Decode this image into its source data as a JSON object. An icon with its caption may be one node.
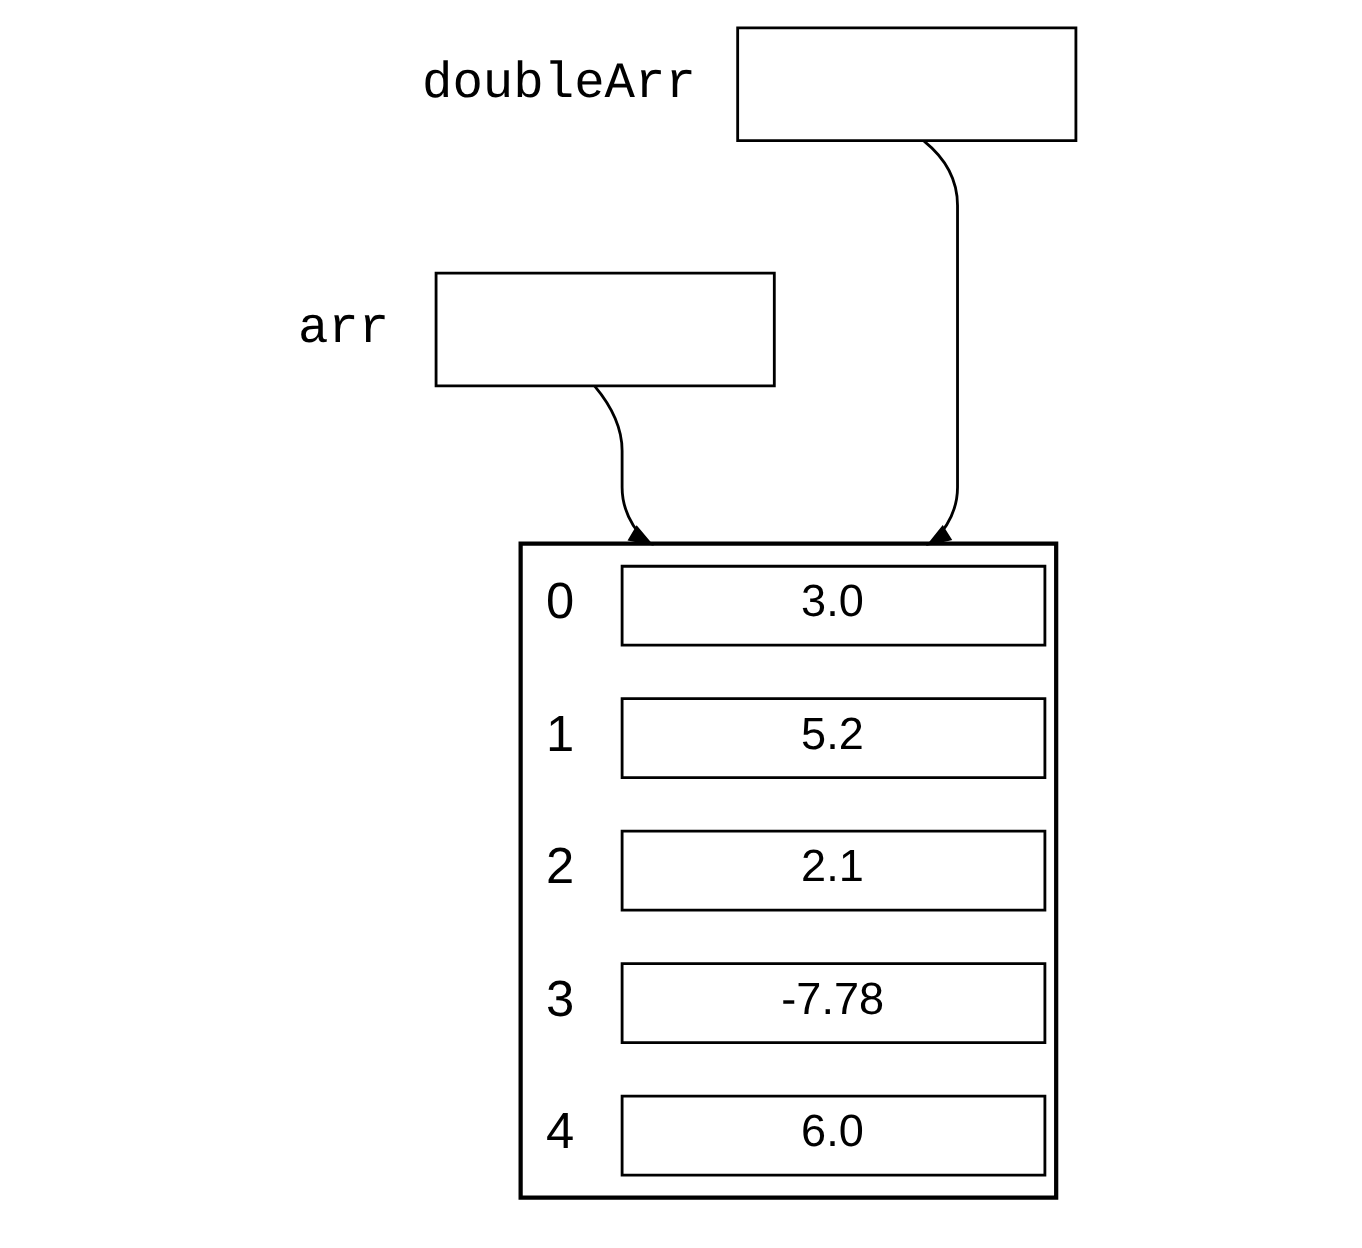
{
  "diagram": {
    "nodes": [
      {
        "text": [],
        "shape": "box",
        "beside": [
          "doubleArr"
        ]
      },
      {
        "text": [],
        "shape": "box",
        "beside": [
          "arr"
        ]
      },
      {
        "text": [],
        "shape": "box"
      },
      {
        "text": [
          "3.0"
        ],
        "in": 2,
        "beside": [
          "0"
        ]
      },
      {
        "text": [
          "5.2"
        ],
        "in": 2,
        "beside": [
          "1"
        ]
      },
      {
        "text": [
          "2.1"
        ],
        "in": 2,
        "beside": [
          "2"
        ]
      },
      {
        "text": [
          "-7.78"
        ],
        "in": 2,
        "beside": [
          "3"
        ]
      },
      {
        "text": [
          "6.0"
        ],
        "in": 2,
        "beside": [
          "4"
        ]
      }
    ],
    "edges": [
      {
        "from": 0,
        "to": 2,
        "arrow": "to"
      },
      {
        "from": 1,
        "to": 2,
        "arrow": "to"
      }
    ]
  }
}
